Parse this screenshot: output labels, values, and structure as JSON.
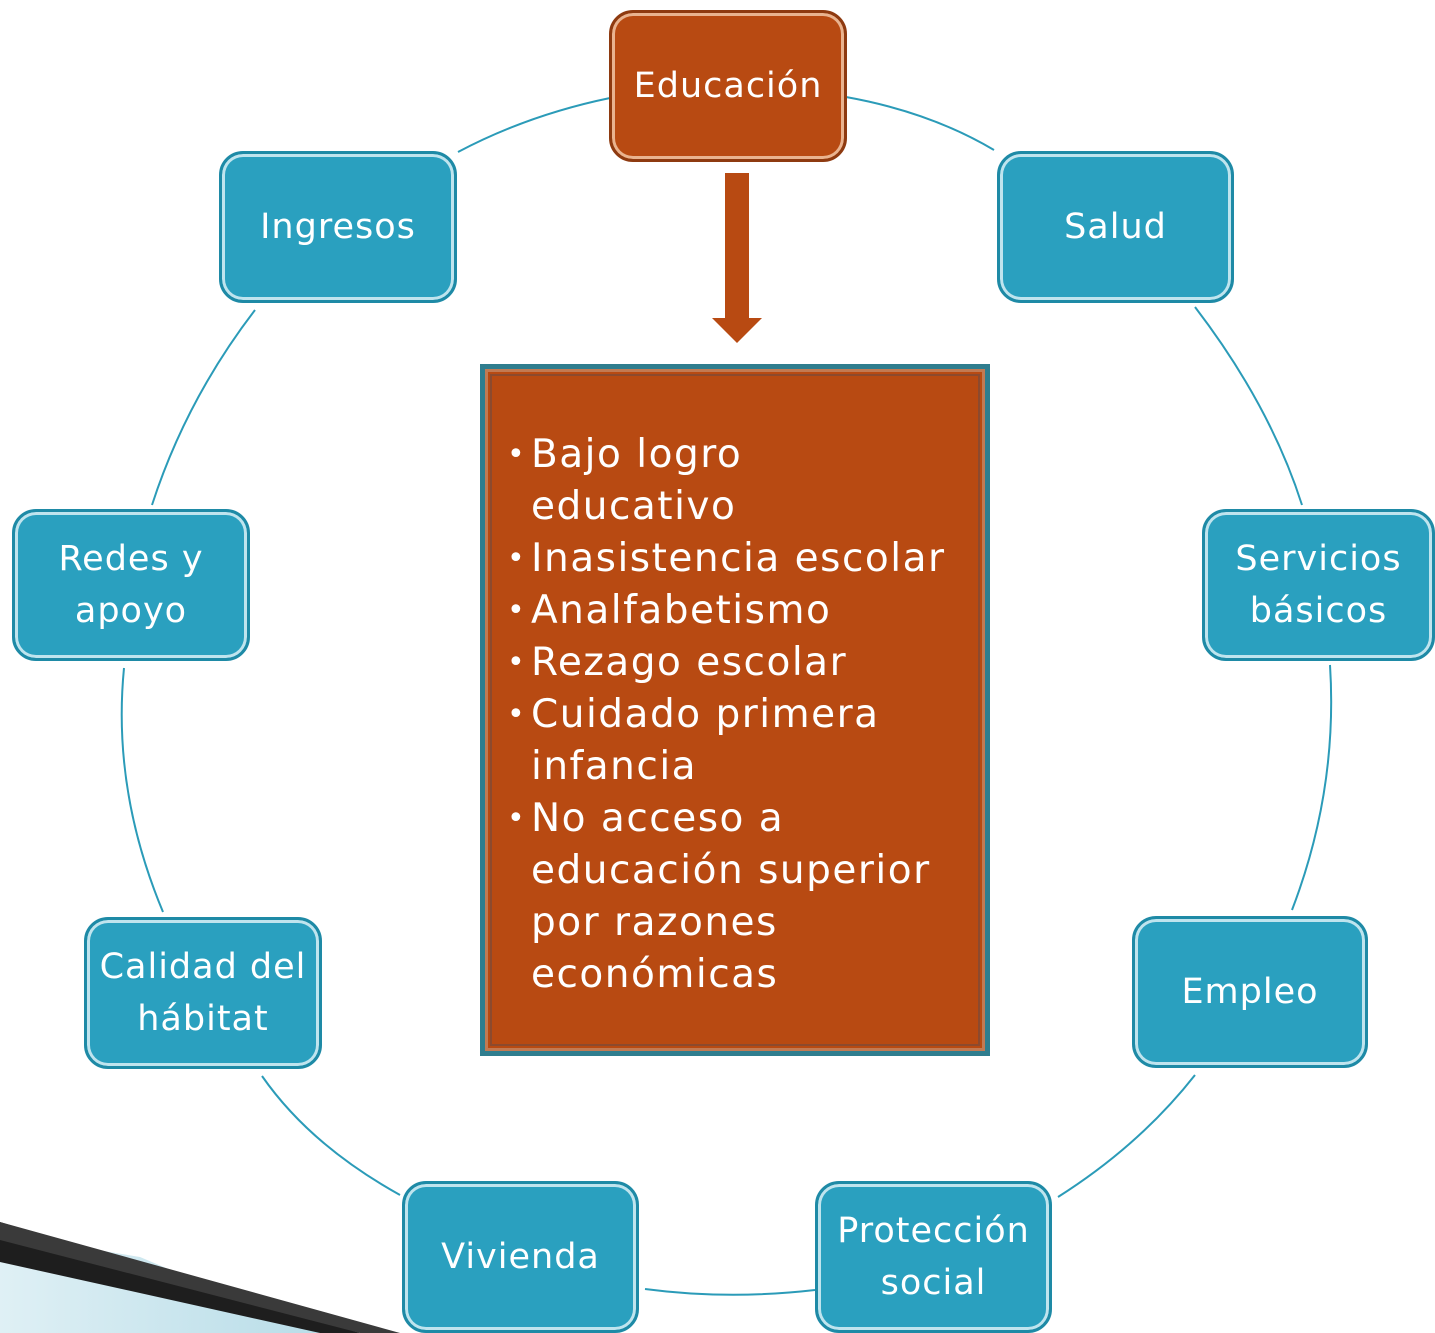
{
  "center": {
    "label": "Educación",
    "items": [
      "Bajo logro educativo",
      "Inasistencia escolar",
      "Analfabetismo",
      "Rezago escolar",
      "Cuidado primera infancia",
      "No acceso a educación superior por razones económicas"
    ]
  },
  "dimensions": [
    {
      "id": "salud",
      "label": "Salud"
    },
    {
      "id": "servicios",
      "label": "Servicios\nbásicos"
    },
    {
      "id": "empleo",
      "label": "Empleo"
    },
    {
      "id": "proteccion",
      "label": "Protección\nsocial"
    },
    {
      "id": "vivienda",
      "label": "Vivienda"
    },
    {
      "id": "habitat",
      "label": "Calidad del\nhábitat"
    },
    {
      "id": "redes",
      "label": "Redes y\napoyo"
    },
    {
      "id": "ingresos",
      "label": "Ingresos"
    }
  ],
  "colors": {
    "node_fill": "#2aa0bf",
    "highlight_fill": "#b84a12",
    "connector": "#2b9bb8",
    "text": "#ffffff"
  }
}
